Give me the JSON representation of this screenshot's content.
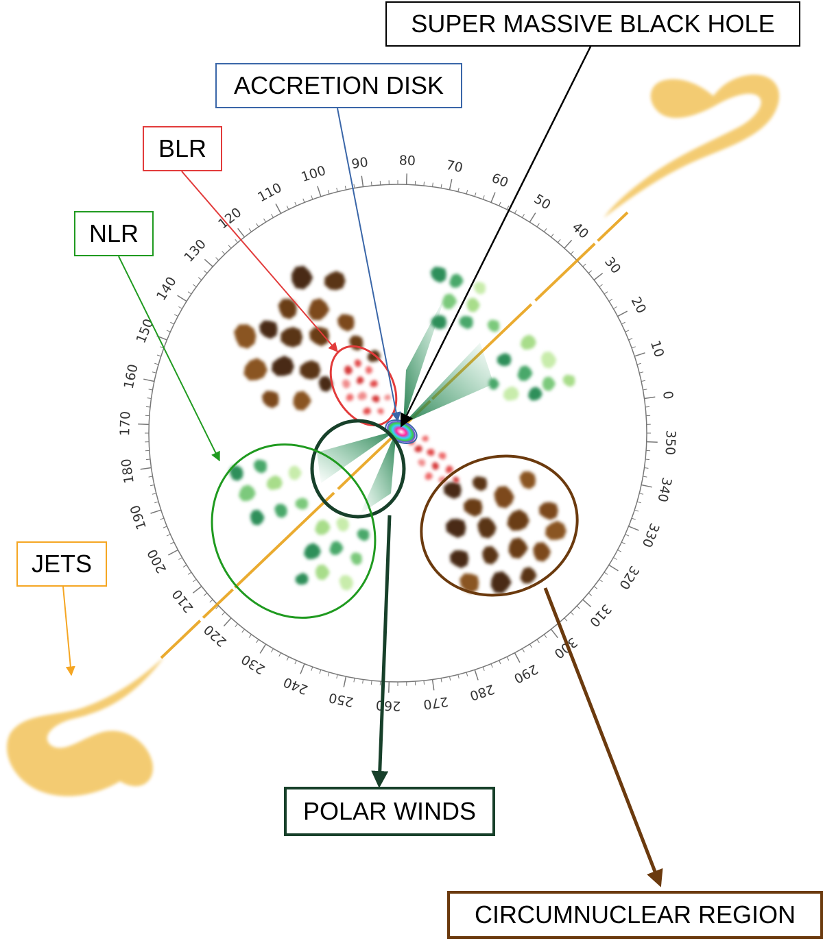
{
  "labels": {
    "smbh": "SUPER MASSIVE BLACK HOLE",
    "accretion": "ACCRETION DISK",
    "blr": "BLR",
    "nlr": "NLR",
    "jets": "JETS",
    "polar": "POLAR WINDS",
    "circum": "CIRCUMNUCLEAR REGION"
  },
  "dial": {
    "ticks": [
      "0",
      "10",
      "20",
      "30",
      "40",
      "50",
      "60",
      "70",
      "80",
      "90",
      "100",
      "110",
      "120",
      "130",
      "140",
      "150",
      "160",
      "170",
      "180",
      "190",
      "200",
      "210",
      "220",
      "230",
      "240",
      "250",
      "260",
      "270",
      "280",
      "290",
      "300",
      "310",
      "320",
      "330",
      "340",
      "350"
    ]
  },
  "colors": {
    "smbh": "#000000",
    "accretion": "#3a66a8",
    "blr": "#e23b3b",
    "nlr": "#1f9a1f",
    "jets": "#f5a623",
    "polar": "#17402a",
    "circum": "#6b3a0e",
    "jet_fill": "#f2c35a",
    "dial": "#777777"
  }
}
